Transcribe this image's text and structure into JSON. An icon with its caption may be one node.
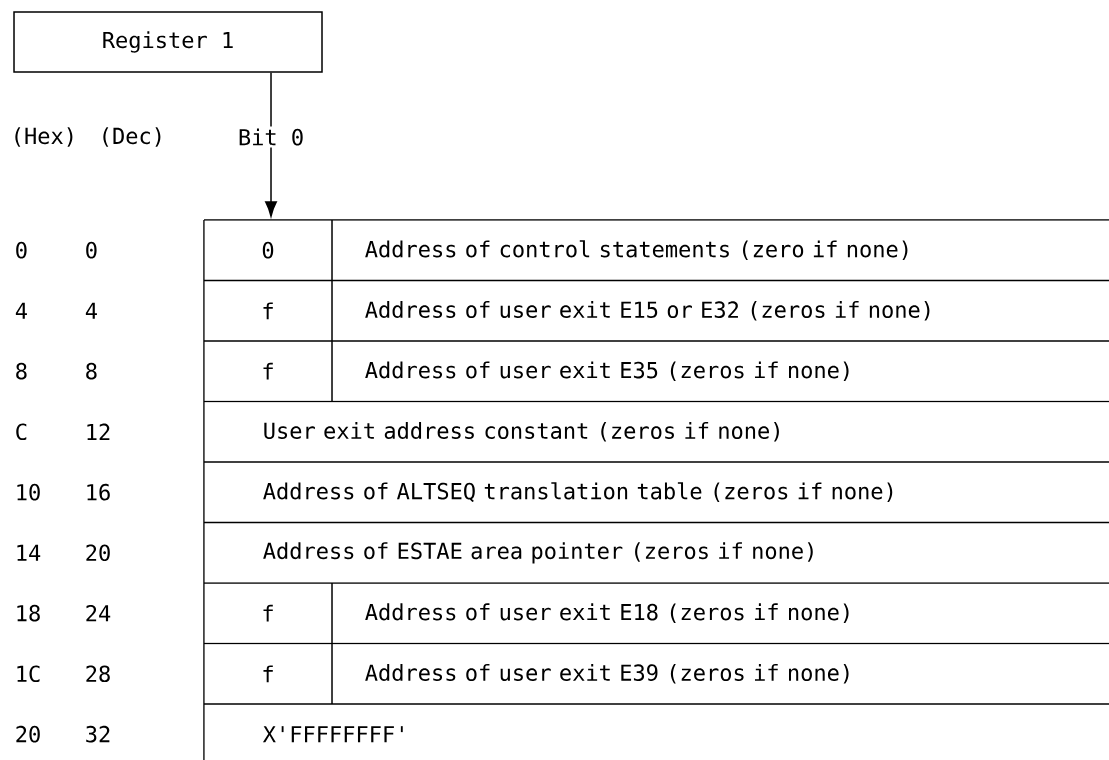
{
  "diagram": {
    "nodes": [
      {
        "text": [
          "Register 1"
        ]
      },
      {
        "text": [
          "0"
        ]
      },
      {
        "text": [
          "Address of control statements (zero if none)"
        ]
      },
      {
        "text": [
          "f"
        ]
      },
      {
        "text": [
          "Address of user exit E15 or E32 (zeros if none)"
        ]
      },
      {
        "text": [
          "f"
        ]
      },
      {
        "text": [
          "Address of user exit E35 (zeros if none)"
        ]
      },
      {
        "text": [
          "User exit address constant (zeros if none)"
        ]
      },
      {
        "text": [
          "Address of ALTSEQ translation table (zeros if none)"
        ]
      },
      {
        "text": [
          "Address of ESTAE area pointer (zeros if none)"
        ]
      },
      {
        "text": [
          "f"
        ]
      },
      {
        "text": [
          "Address of user exit E18 (zeros if none)"
        ]
      },
      {
        "text": [
          "f"
        ]
      },
      {
        "text": [
          "Address of user exit E39 (zeros if none)"
        ]
      },
      {
        "text": [
          "X'FFFFFFFF'"
        ]
      }
    ],
    "edges": [
      {
        "from": 0,
        "to": 1,
        "arrow": "to",
        "label": "Bit 0"
      }
    ],
    "labels": [
      "(Hex)",
      "(Dec)",
      "0",
      "0",
      "4",
      "4",
      "8",
      "8",
      "C",
      "12",
      "10",
      "16",
      "14",
      "20",
      "18",
      "24",
      "1C",
      "28",
      "20",
      "32"
    ]
  }
}
